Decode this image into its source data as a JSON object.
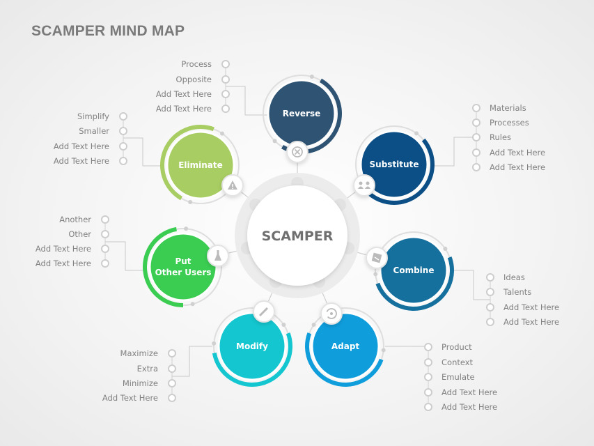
{
  "title": "SCAMPER MIND MAP",
  "center_label": "SCAMPER",
  "nodes": [
    {
      "id": "reverse",
      "label": [
        "Reverse"
      ],
      "color": "#2f5373",
      "icon": "reverse-x-icon",
      "items": [
        "Process",
        "Opposite",
        "Add Text Here",
        "Add Text Here"
      ]
    },
    {
      "id": "substitute",
      "label": [
        "Substitute"
      ],
      "color": "#0b4f86",
      "icon": "people-icon",
      "items": [
        "Materials",
        "Processes",
        "Rules",
        "Add Text Here",
        "Add Text Here"
      ]
    },
    {
      "id": "combine",
      "label": [
        "Combine"
      ],
      "color": "#15709e",
      "icon": "combine-icon",
      "items": [
        "Ideas",
        "Talents",
        "Add Text Here",
        "Add Text Here"
      ]
    },
    {
      "id": "adapt",
      "label": [
        "Adapt"
      ],
      "color": "#0f9ddc",
      "icon": "cycle-icon",
      "items": [
        "Product",
        "Context",
        "Emulate",
        "Add Text Here",
        "Add Text Here"
      ]
    },
    {
      "id": "modify",
      "label": [
        "Modify"
      ],
      "color": "#14c6cf",
      "icon": "pencil-icon",
      "items": [
        "Maximize",
        "Extra",
        "Minimize",
        "Add Text Here"
      ]
    },
    {
      "id": "put",
      "label": [
        "Put",
        "Other Users"
      ],
      "color": "#3bcd52",
      "icon": "flask-icon",
      "items": [
        "Another",
        "Other",
        "Add Text Here",
        "Add Text Here"
      ]
    },
    {
      "id": "eliminate",
      "label": [
        "Eliminate"
      ],
      "color": "#a8cd62",
      "icon": "warning-icon",
      "items": [
        "Simplify",
        "Smaller",
        "Add Text Here",
        "Add Text Here"
      ]
    }
  ]
}
